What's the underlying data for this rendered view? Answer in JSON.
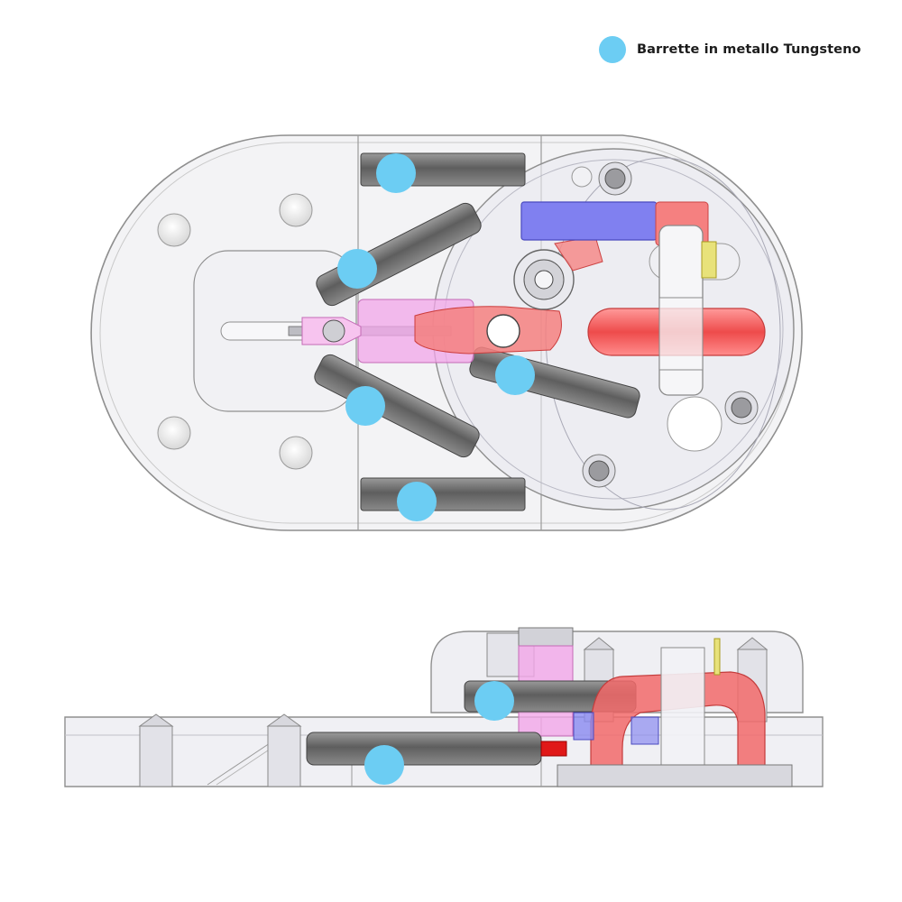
{
  "legend": {
    "label": "Barrette in metallo Tungsteno",
    "marker_color": "#6ccdf3"
  },
  "colors": {
    "tungsten_bar": "#6f6f6f",
    "marker": "#6ccdf3",
    "red_part": "#f05a5a",
    "pink_part": "#f2a6e8",
    "blue_part": "#8080f0",
    "outline": "#9a9a9a"
  },
  "views": [
    "top-view",
    "side-view"
  ]
}
